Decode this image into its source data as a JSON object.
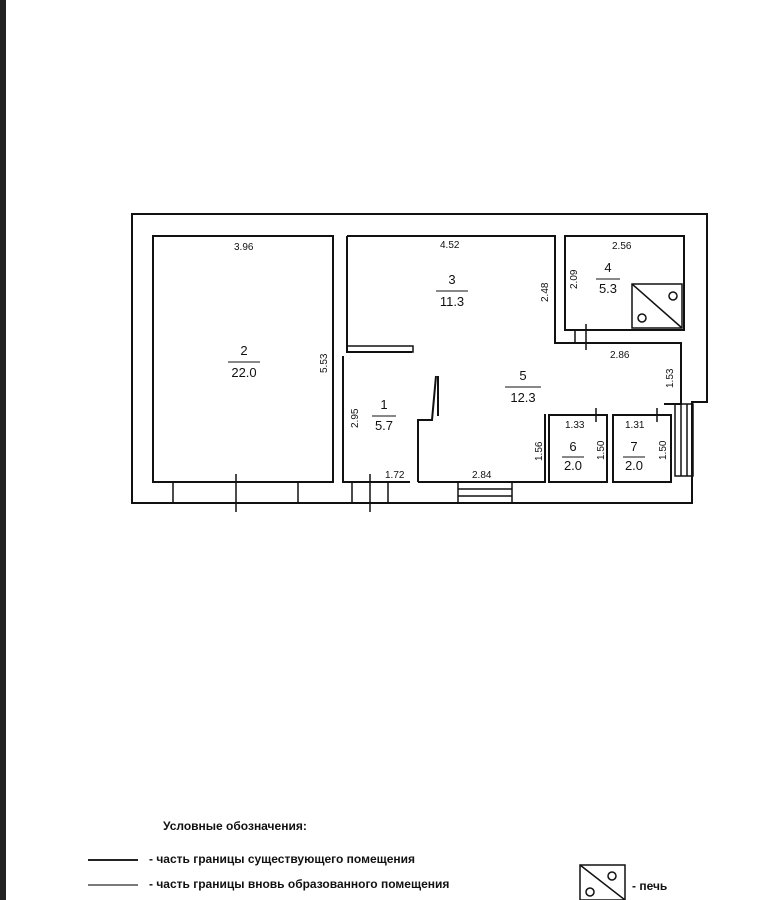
{
  "rooms": [
    {
      "number": "1",
      "area": "5.7"
    },
    {
      "number": "2",
      "area": "22.0"
    },
    {
      "number": "3",
      "area": "11.3"
    },
    {
      "number": "4",
      "area": "5.3"
    },
    {
      "number": "5",
      "area": "12.3"
    },
    {
      "number": "6",
      "area": "2.0"
    },
    {
      "number": "7",
      "area": "2.0"
    }
  ],
  "dimensions": {
    "d_3_96": "3.96",
    "d_4_52": "4.52",
    "d_2_56": "2.56",
    "d_2_09": "2.09",
    "d_2_48": "2.48",
    "d_5_53": "5.53",
    "d_2_86": "2.86",
    "d_1_53": "1.53",
    "d_2_95": "2.95",
    "d_1_33": "1.33",
    "d_1_31": "1.31",
    "d_1_56": "1.56",
    "d_1_50_a": "1.50",
    "d_1_50_b": "1.50",
    "d_1_72": "1.72",
    "d_2_84": "2.84"
  },
  "legend": {
    "title": "Условные обозначения:",
    "existing_boundary": "- часть границы существующего помещения",
    "new_boundary": "- часть границы вновь образованного помещения",
    "stove": "- печь",
    "existing_line_color": "#222222",
    "new_line_color": "#7a7a7a"
  }
}
